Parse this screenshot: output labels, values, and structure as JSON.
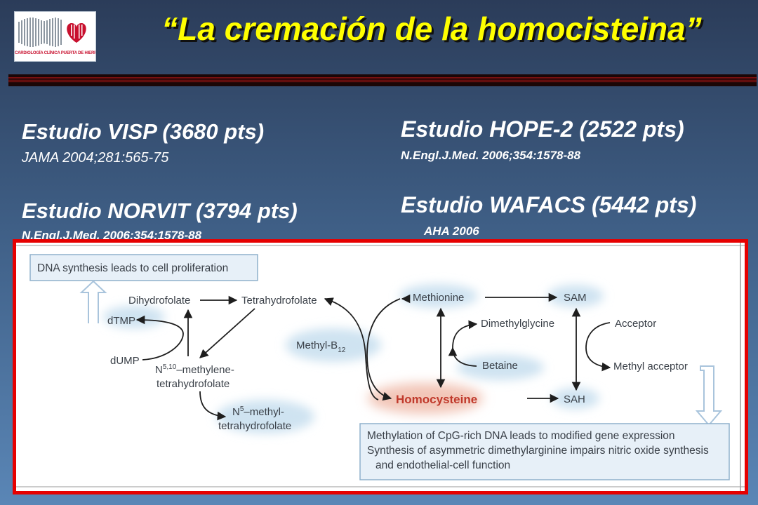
{
  "logo": {
    "text": "CARDIOLOGÍA CLÍNICA PUERTA DE HIERRO",
    "icon": "heart-icon",
    "colors": {
      "red": "#c8102e",
      "grey": "#8c96a0"
    }
  },
  "title": "“La cremación de la homocisteina”",
  "studies": [
    {
      "name": "Estudio VISP (3680 pts)",
      "ref": "JAMA 2004;281:565-75"
    },
    {
      "name": "Estudio NORVIT (3794 pts)",
      "ref": "N.Engl.J.Med. 2006;354:1578-88"
    },
    {
      "name": "Estudio HOPE-2 (2522 pts)",
      "ref": "N.Engl.J.Med. 2006;354:1578-88"
    },
    {
      "name": "Estudio WAFACS (5442 pts)",
      "ref": "AHA 2006"
    }
  ],
  "diagram": {
    "dna_box": "DNA synthesis leads to cell proliferation",
    "nodes": {
      "dihydrofolate": "Dihydrofolate",
      "tetrahydrofolate": "Tetrahydrofolate",
      "dtmp": "dTMP",
      "dump": "dUMP",
      "methylene_pre": "N",
      "methylene_sup": "5,10",
      "methylene_post": "–methylene-",
      "methylene_line2": "tetrahydrofolate",
      "methyl_pre": "N",
      "methyl_sup": "5",
      "methyl_post": "–methyl-",
      "methyl_line2": "tetrahydrofolate",
      "methylb12": "Methyl-B",
      "methylb12_sub": "12",
      "methionine": "Methionine",
      "sam": "SAM",
      "dimethylglycine": "Dimethylglycine",
      "betaine": "Betaine",
      "homocysteine": "Homocysteine",
      "sah": "SAH",
      "acceptor": "Acceptor",
      "methyl_acceptor": "Methyl acceptor"
    },
    "methylation_box": [
      "Methylation of CpG-rich DNA leads to modified gene expression",
      "Synthesis of asymmetric dimethylarginine impairs nitric oxide synthesis",
      "and endothelial-cell function"
    ],
    "colors": {
      "text": "#3a4048",
      "homocysteine": "#c0392b",
      "glow": "#cfe3f1",
      "box_fill": "#e7f0f8",
      "box_border": "#8fb0cc",
      "frame": "#e60000"
    }
  }
}
